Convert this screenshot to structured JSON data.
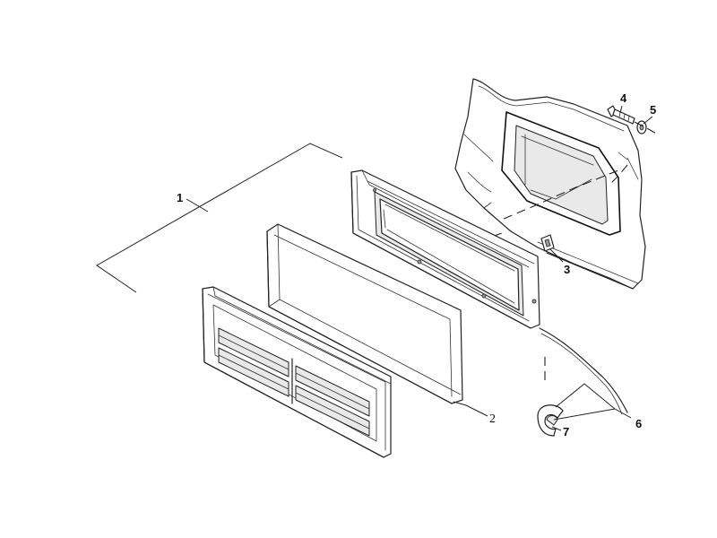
{
  "callouts": {
    "c1": "1",
    "c2": "2",
    "c3": "3",
    "c4": "4",
    "c5": "5",
    "c6": "6",
    "c7": "7"
  },
  "colors": {
    "line": "#222222",
    "background": "#ffffff",
    "shade": "#e9e9e9"
  }
}
